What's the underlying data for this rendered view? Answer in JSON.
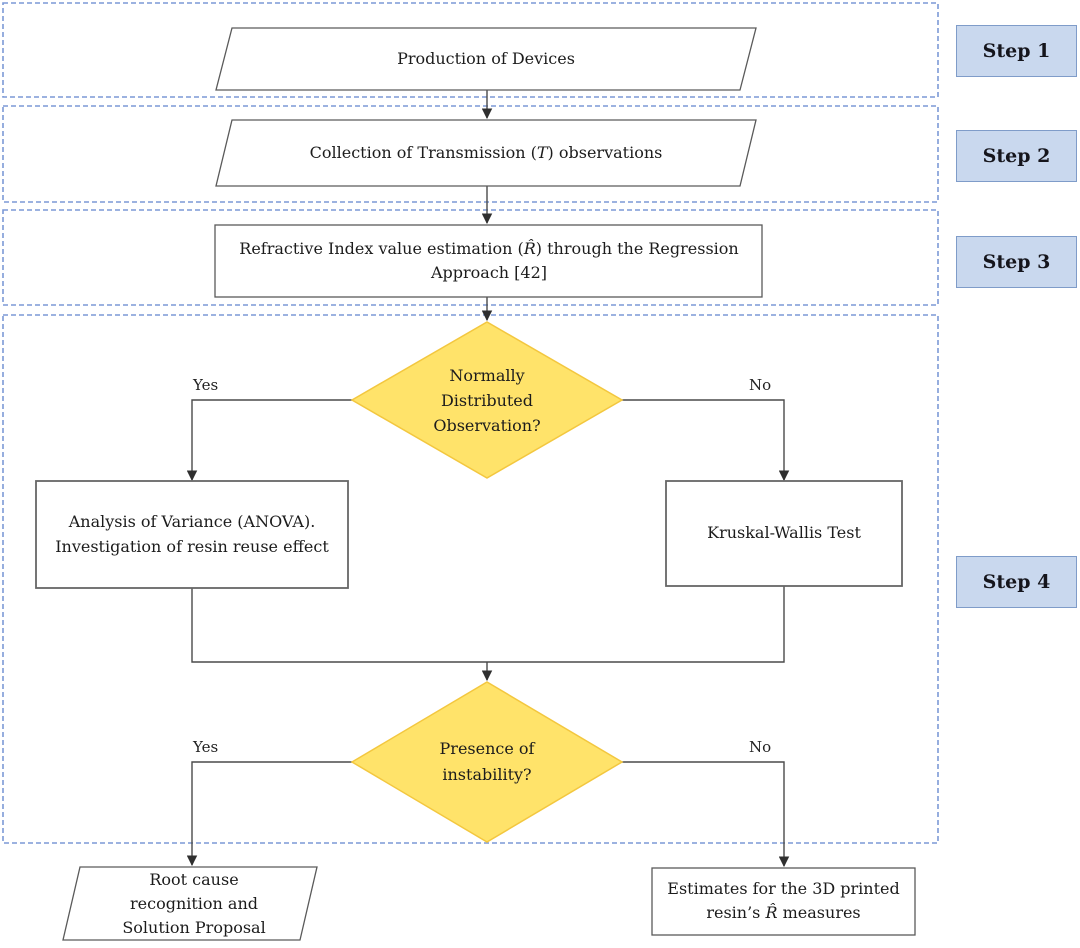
{
  "figure": {
    "steps": [
      {
        "label": "Step 1"
      },
      {
        "label": "Step 2"
      },
      {
        "label": "Step 3"
      },
      {
        "label": "Step 4"
      }
    ],
    "nodes": {
      "production": {
        "text": "Production of Devices"
      },
      "collection": {
        "pre": "Collection of Transmission (",
        "var": "T",
        "post": ") observations"
      },
      "regression": {
        "line1_pre": "Refractive Index value estimation (",
        "line1_var": "R̂",
        "line1_post": ") through the Regression",
        "line2": "Approach [42]"
      },
      "normality": {
        "line1": "Normally",
        "line2": "Distributed",
        "line3": "Observation?"
      },
      "anova": {
        "line1": "Analysis of Variance (ANOVA).",
        "line2": "Investigation of resin reuse effect"
      },
      "kruskal": {
        "text": "Kruskal-Wallis Test"
      },
      "instability": {
        "line1": "Presence of",
        "line2": "instability?"
      },
      "root_cause": {
        "line1": "Root cause",
        "line2": "recognition and",
        "line3": "Solution Proposal"
      },
      "estimates": {
        "line1": "Estimates for the 3D printed",
        "line2_pre": "resin’s ",
        "line2_var": "R̂",
        "line2_post": " measures"
      }
    },
    "edge_labels": {
      "normality_yes": "Yes",
      "normality_no": "No",
      "instability_yes": "Yes",
      "instability_no": "No"
    },
    "colors": {
      "region_border": "#7C99D6",
      "step_label_fill": "#C9D8EE",
      "step_label_border": "#7F9CC9",
      "decision_fill": "#FFE36A",
      "decision_border": "#F3C73F",
      "connector": "#4A4A4A"
    }
  }
}
